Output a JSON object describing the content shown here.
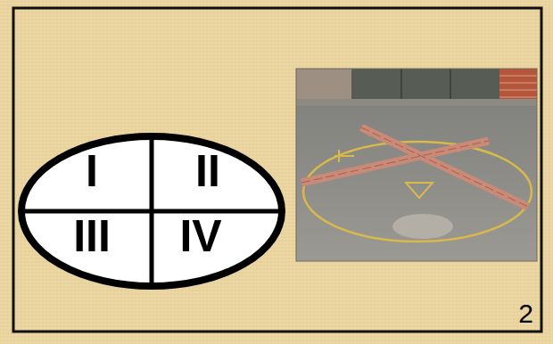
{
  "diagram": {
    "nodes": [
      {
        "text": [
          "I"
        ]
      },
      {
        "text": [
          "II"
        ]
      },
      {
        "text": [
          "III"
        ]
      },
      {
        "text": [
          "IV"
        ]
      }
    ],
    "labels": [
      "2"
    ]
  }
}
